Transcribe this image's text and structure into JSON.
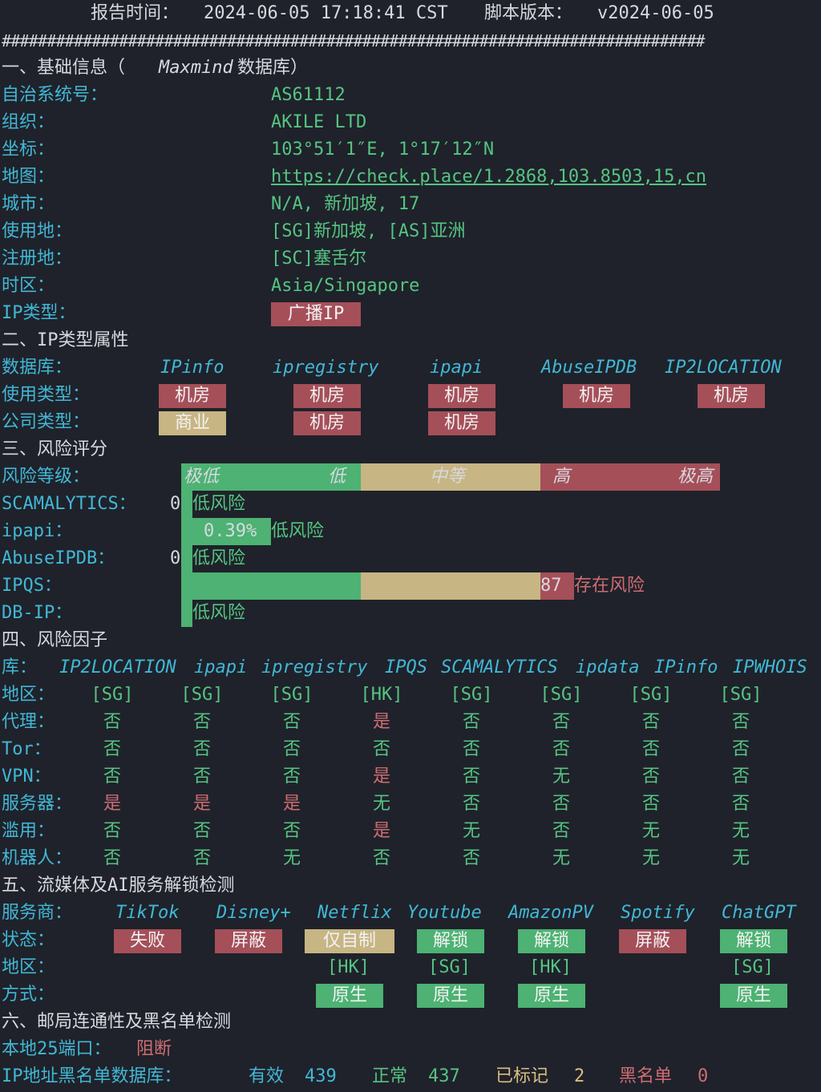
{
  "header": {
    "report_time_label": "报告时间：",
    "report_time": "2024-06-05 17:18:41 CST",
    "version_label": "脚本版本：",
    "version": "v2024-06-05",
    "divider": "##############################################################################"
  },
  "basic": {
    "title": "一、基础信息（",
    "title_db": "Maxmind",
    "title_tail": " 数据库）",
    "asn_label": "自治系统号：",
    "asn": "AS61112",
    "org_label": "组织：",
    "org": "AKILE LTD",
    "coord_label": "坐标：",
    "coord": "103°51′1″E, 1°17′12″N",
    "map_label": "地图：",
    "map": "https://check.place/1.2868,103.8503,15,cn",
    "city_label": "城市：",
    "city": "N/A, 新加坡, 17",
    "usage_label": "使用地：",
    "usage": "[SG]新加坡, [AS]亚洲",
    "reg_label": "注册地：",
    "reg": "[SC]塞舌尔",
    "tz_label": "时区：",
    "tz": "Asia/Singapore",
    "iptype_label": "IP类型：",
    "iptype": "广播IP"
  },
  "iptype": {
    "title": "二、IP类型属性",
    "db_label": "数据库：",
    "dbs": [
      "IPinfo",
      "ipregistry",
      "ipapi",
      "AbuseIPDB",
      "IP2LOCATION"
    ],
    "use_label": "使用类型：",
    "use": [
      "机房",
      "机房",
      "机房",
      "机房",
      "机房"
    ],
    "company_label": "公司类型：",
    "company": [
      "商业",
      "机房",
      "机房"
    ]
  },
  "risk": {
    "title": "三、风险评分",
    "level_label": "风险等级：",
    "scale": [
      "极低",
      "低",
      "中等",
      "高",
      "极高"
    ],
    "scam_label": "SCAMALYTICS：",
    "scam_value": "0",
    "scam_text": "低风险",
    "ipapi_label": "ipapi：",
    "ipapi_value": "0.39%",
    "ipapi_text": "低风险",
    "abuse_label": "AbuseIPDB：",
    "abuse_value": "0",
    "abuse_text": "低风险",
    "ipqs_label": "IPQS：",
    "ipqs_value": "87",
    "ipqs_text": "存在风险",
    "dbip_label": "DB-IP：",
    "dbip_text": "低风险",
    "colors": {
      "low": "#4db273",
      "mid": "#c7b583",
      "high": "#a54f59"
    }
  },
  "factors": {
    "title": "四、风险因子",
    "lib_label": "库：",
    "libs": [
      "IP2LOCATION",
      "ipapi",
      "ipregistry",
      "IPQS",
      "SCAMALYTICS",
      "ipdata",
      "IPinfo",
      "IPWHOIS"
    ],
    "rows": [
      {
        "label": "地区：",
        "values": [
          "[SG]",
          "[SG]",
          "[SG]",
          "[HK]",
          "[SG]",
          "[SG]",
          "[SG]",
          "[SG]"
        ]
      },
      {
        "label": "代理：",
        "values": [
          "否",
          "否",
          "否",
          "是",
          "否",
          "否",
          "否",
          "否"
        ]
      },
      {
        "label": "Tor：",
        "values": [
          "否",
          "否",
          "否",
          "否",
          "否",
          "否",
          "否",
          "否"
        ]
      },
      {
        "label": "VPN：",
        "values": [
          "否",
          "否",
          "否",
          "是",
          "否",
          "无",
          "否",
          "否"
        ]
      },
      {
        "label": "服务器：",
        "values": [
          "是",
          "是",
          "是",
          "无",
          "否",
          "否",
          "否",
          "否"
        ]
      },
      {
        "label": "滥用：",
        "values": [
          "否",
          "否",
          "否",
          "是",
          "无",
          "否",
          "无",
          "无"
        ]
      },
      {
        "label": "机器人：",
        "values": [
          "否",
          "否",
          "无",
          "否",
          "否",
          "无",
          "无",
          "无"
        ]
      }
    ]
  },
  "stream": {
    "title": "五、流媒体及AI服务解锁检测",
    "provider_label": "服务商：",
    "providers": [
      "TikTok",
      "Disney+",
      "Netflix",
      "Youtube",
      "AmazonPV",
      "Spotify",
      "ChatGPT"
    ],
    "status_label": "状态：",
    "status": [
      "失败",
      "屏蔽",
      "仅自制",
      "解锁",
      "解锁",
      "屏蔽",
      "解锁"
    ],
    "region_label": "地区：",
    "region": [
      "",
      "",
      "[HK]",
      "[SG]",
      "[HK]",
      "",
      "[SG]"
    ],
    "method_label": "方式：",
    "method": [
      "",
      "",
      "原生",
      "原生",
      "原生",
      "",
      "原生"
    ]
  },
  "mail": {
    "title": "六、邮局连通性及黑名单检测",
    "port_label": "本地25端口：",
    "port": "阻断",
    "bl_label": "IP地址黑名单数据库：",
    "valid_label": "有效",
    "valid": "439",
    "normal_label": "正常",
    "normal": "437",
    "marked_label": "已标记",
    "marked": "2",
    "black_label": "黑名单",
    "black": "0"
  }
}
